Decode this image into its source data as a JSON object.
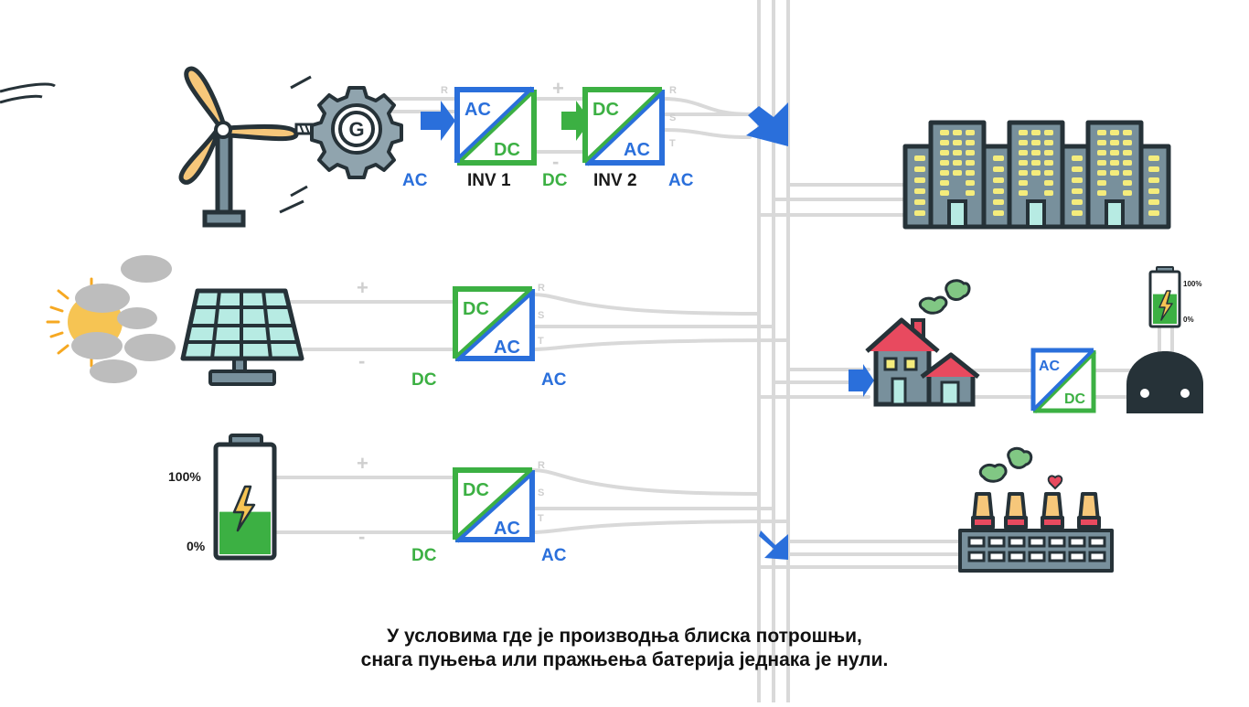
{
  "labels": {
    "ac": "AC",
    "dc": "DC",
    "inv1": "INV 1",
    "inv2": "INV 2",
    "plus": "+",
    "minus": "-",
    "phase_r": "R",
    "phase_s": "S",
    "phase_t": "T",
    "generator_letter": "G",
    "pct_full": "100%",
    "pct_empty": "0%"
  },
  "caption": {
    "line1": "У условима где је производња блиска потрошњи,",
    "line2": "снага пуњења или пражњења батерија једнака је нули."
  },
  "colors": {
    "ac_blue": "#2a6fdb",
    "dc_green": "#3cb043",
    "wire_gray": "#d9d9d9",
    "dark": "#263238",
    "window_yellow": "#f4ec7c",
    "roof_red": "#e84a5f"
  },
  "levels": {
    "main_battery_charge": 0.4,
    "ev_battery_charge": 0.6
  }
}
